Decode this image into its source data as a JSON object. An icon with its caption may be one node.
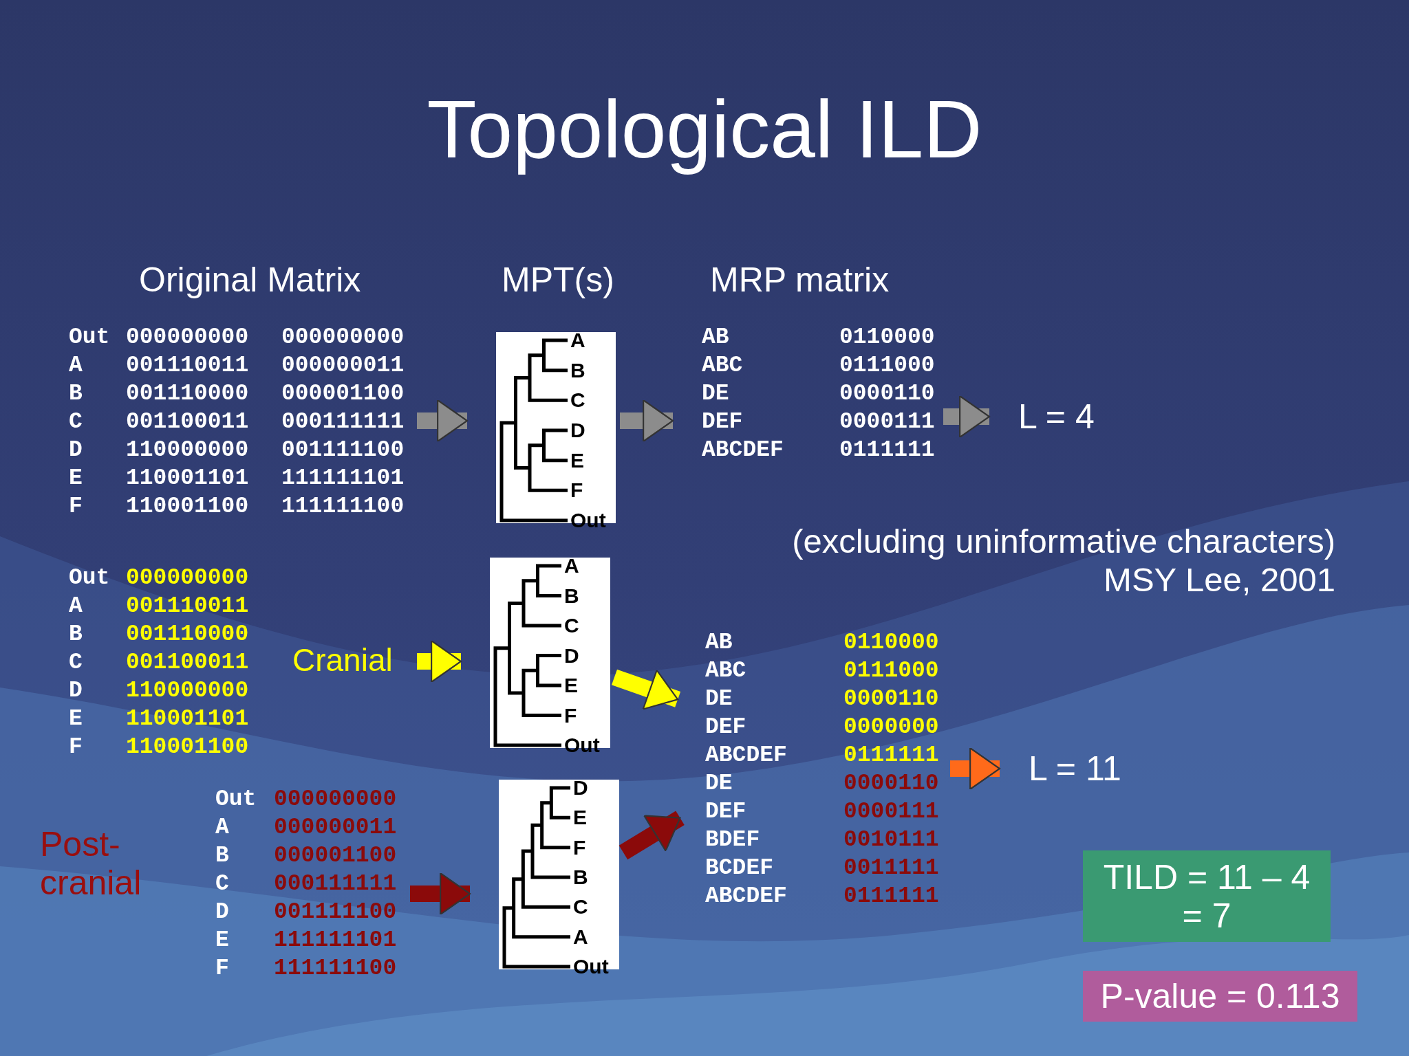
{
  "diagram": {
    "title": "Topological ILD",
    "nodes": [
      {
        "text": [
          "Out",
          "000000000",
          "000000000",
          "A",
          "001110011",
          "000000011",
          "B",
          "001110000",
          "000001100",
          "C",
          "001100011",
          "000111111",
          "D",
          "110000000",
          "001111100",
          "E",
          "110001101",
          "111111101",
          "F",
          "110001100",
          "111111100"
        ]
      },
      {
        "text": [
          "A",
          "B",
          "C",
          "D",
          "E",
          "F",
          "Out"
        ]
      },
      {
        "text": [
          "AB",
          "0110000",
          "ABC",
          "0111000",
          "DE",
          "0000110",
          "DEF",
          "0000111",
          "ABCDEF",
          "0111111"
        ]
      },
      {
        "text": [
          "L = 4"
        ]
      },
      {
        "text": [
          "Out",
          "000000000",
          "A",
          "001110011",
          "B",
          "001110000",
          "C",
          "001100011",
          "D",
          "110000000",
          "E",
          "110001101",
          "F",
          "110001100"
        ],
        "beside": [
          "Cranial"
        ]
      },
      {
        "text": [
          "A",
          "B",
          "C",
          "D",
          "E",
          "F",
          "Out"
        ]
      },
      {
        "text": [
          "Out",
          "000000000",
          "A",
          "000000011",
          "B",
          "000001100",
          "C",
          "000111111",
          "D",
          "001111100",
          "E",
          "111111101",
          "F",
          "111111100"
        ],
        "beside": [
          "Post- cranial"
        ]
      },
      {
        "text": [
          "D",
          "E",
          "F",
          "B",
          "C",
          "A",
          "Out"
        ]
      },
      {
        "text": [
          "AB",
          "0110000",
          "ABC",
          "0111000",
          "DE",
          "0000110",
          "DEF",
          "0000000",
          "ABCDEF",
          "0111111",
          "DE",
          "0000110",
          "DEF",
          "0000111",
          "BDEF",
          "0010111",
          "BCDEF",
          "0011111",
          "ABCDEF",
          "0111111"
        ]
      },
      {
        "text": [
          "L = 11"
        ]
      },
      {
        "text": [
          "TILD = 11 – 4 = 7"
        ]
      },
      {
        "text": [
          "P-value = 0.113"
        ]
      }
    ],
    "edges": [
      {
        "from": 0,
        "to": 1,
        "arrow": "to"
      },
      {
        "from": 1,
        "to": 2,
        "arrow": "to"
      },
      {
        "from": 2,
        "to": 3,
        "arrow": "to"
      },
      {
        "from": 4,
        "to": 5,
        "arrow": "to",
        "color": "#ffff00"
      },
      {
        "from": 5,
        "to": 8,
        "arrow": "to",
        "color": "#ffff00"
      },
      {
        "from": 8,
        "to": 9,
        "arrow": "to",
        "color": "#ff6a1a"
      },
      {
        "from": 6,
        "to": 7,
        "arrow": "to",
        "color": "#8b0a0a"
      },
      {
        "from": 7,
        "to": 8,
        "arrow": "to",
        "color": "#8b0a0a"
      }
    ],
    "labels": [
      "Original Matrix",
      "MPT(s)",
      "MRP matrix",
      "(excluding uninformative characters)",
      "MSY Lee, 2001"
    ]
  }
}
